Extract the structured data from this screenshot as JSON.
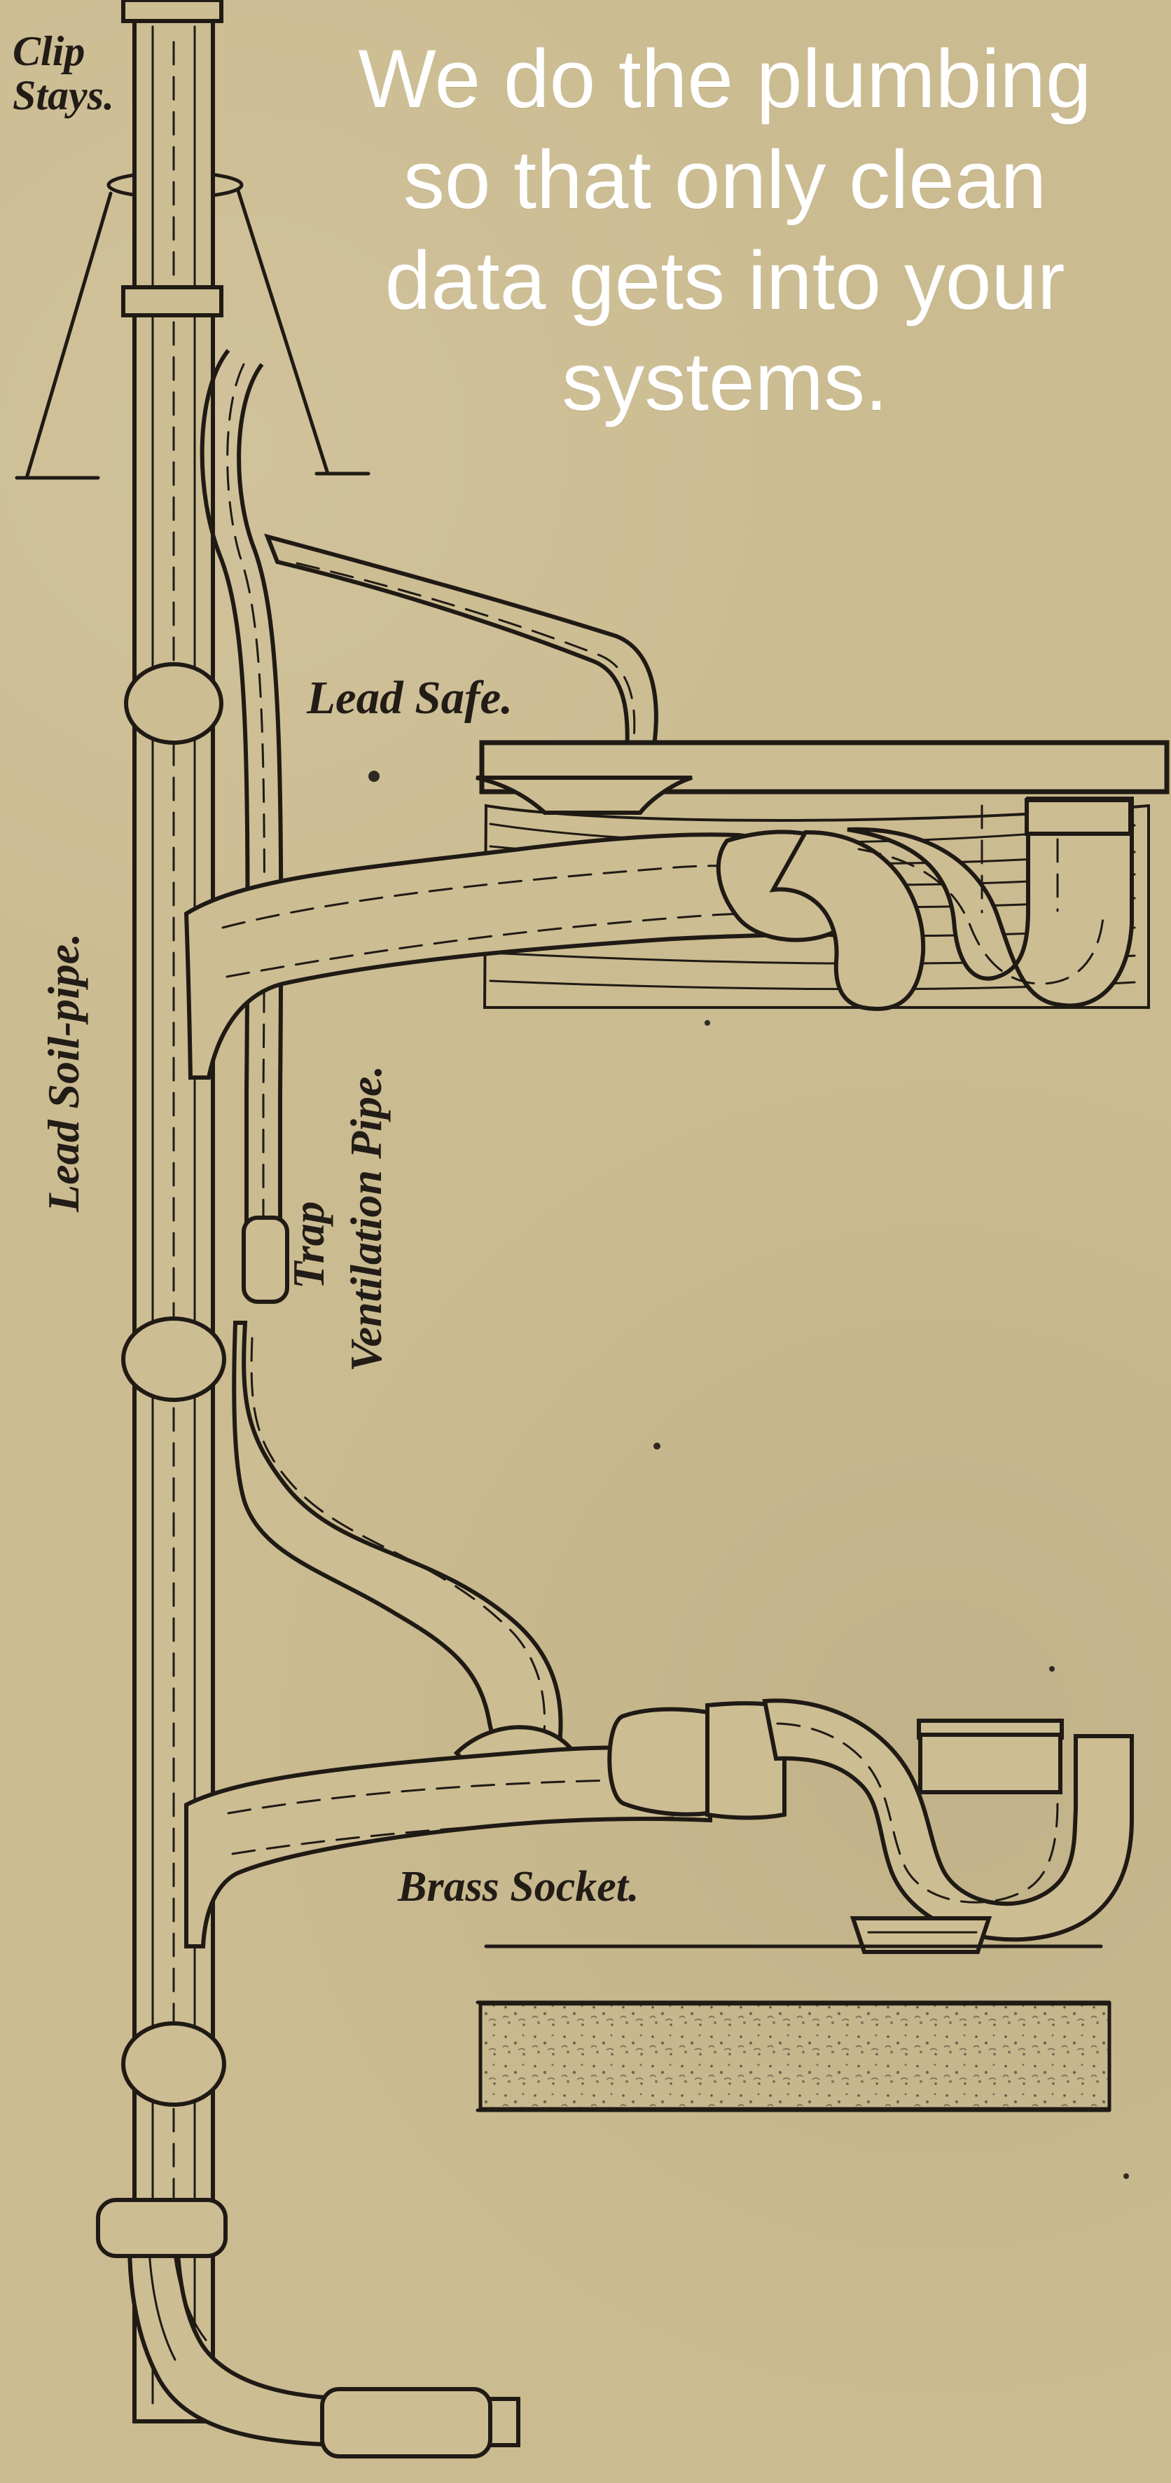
{
  "headline": {
    "lines": [
      "We do the plumbing",
      "so that only clean",
      "data gets into your",
      "systems."
    ]
  },
  "labels": {
    "clip_lines": [
      "Clip",
      "Stays."
    ],
    "lead_safe": "Lead Safe.",
    "lead_soil_pipe": "Lead Soil-pipe.",
    "trap": "Trap",
    "ventilation_pipe": "Ventilation Pipe.",
    "brass_socket": "Brass Socket."
  }
}
